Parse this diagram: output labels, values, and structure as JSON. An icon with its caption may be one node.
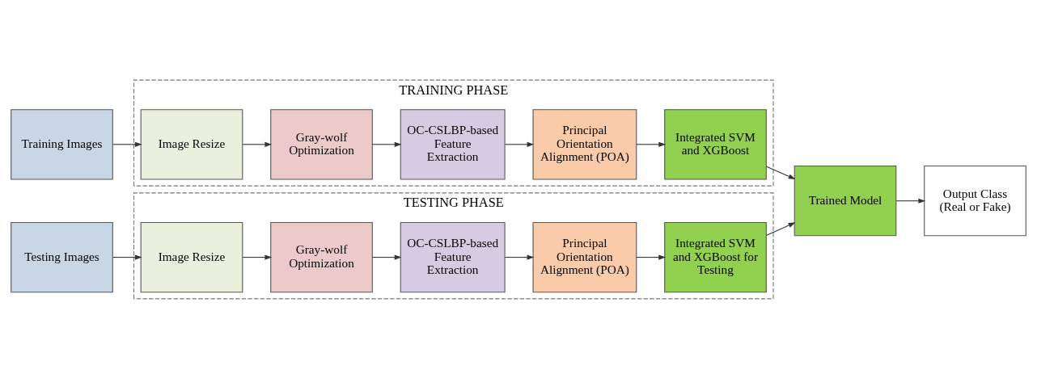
{
  "diagram": {
    "nodes": [
      {
        "text": [
          "Training Images"
        ]
      },
      {
        "text": [
          "TRAINING PHASE"
        ]
      },
      {
        "text": [
          "Image Resize"
        ],
        "in": 1
      },
      {
        "text": [
          "Gray-wolf Optimization"
        ],
        "in": 1
      },
      {
        "text": [
          "OC-CSLBP-based Feature Extraction"
        ],
        "in": 1
      },
      {
        "text": [
          "Principal Orientation Alignment (POA)"
        ],
        "in": 1
      },
      {
        "text": [
          "Integrated SVM and XGBoost"
        ],
        "in": 1
      },
      {
        "text": [
          "Trained Model"
        ]
      },
      {
        "text": [
          "Output Class (Real or Fake)"
        ]
      },
      {
        "text": [
          "TESTING PHASE"
        ]
      },
      {
        "text": [
          "Testing Images"
        ]
      },
      {
        "text": [
          "Image Resize"
        ],
        "in": 9
      },
      {
        "text": [
          "Gray-wolf Optimization"
        ],
        "in": 9
      },
      {
        "text": [
          "OC-CSLBP-based Feature Extraction"
        ],
        "in": 9
      },
      {
        "text": [
          "Principal Orientation Alignment (POA)"
        ],
        "in": 9
      },
      {
        "text": [
          "Integrated SVM and XGBoost for Testing"
        ],
        "in": 9
      }
    ],
    "edges": [
      {
        "from": 0,
        "to": 2,
        "arrow": "to"
      },
      {
        "from": 2,
        "to": 3,
        "arrow": "to"
      },
      {
        "from": 3,
        "to": 4,
        "arrow": "to"
      },
      {
        "from": 4,
        "to": 5,
        "arrow": "to"
      },
      {
        "from": 5,
        "to": 6,
        "arrow": "to"
      },
      {
        "from": 6,
        "to": 7,
        "arrow": "to"
      },
      {
        "from": 7,
        "to": 8,
        "arrow": "to"
      },
      {
        "from": 10,
        "to": 11,
        "arrow": "to"
      },
      {
        "from": 11,
        "to": 12,
        "arrow": "to"
      },
      {
        "from": 12,
        "to": 13,
        "arrow": "to"
      },
      {
        "from": 13,
        "to": 14,
        "arrow": "to"
      },
      {
        "from": 14,
        "to": 15,
        "arrow": "to"
      },
      {
        "from": 15,
        "to": 7,
        "arrow": "to"
      }
    ]
  }
}
